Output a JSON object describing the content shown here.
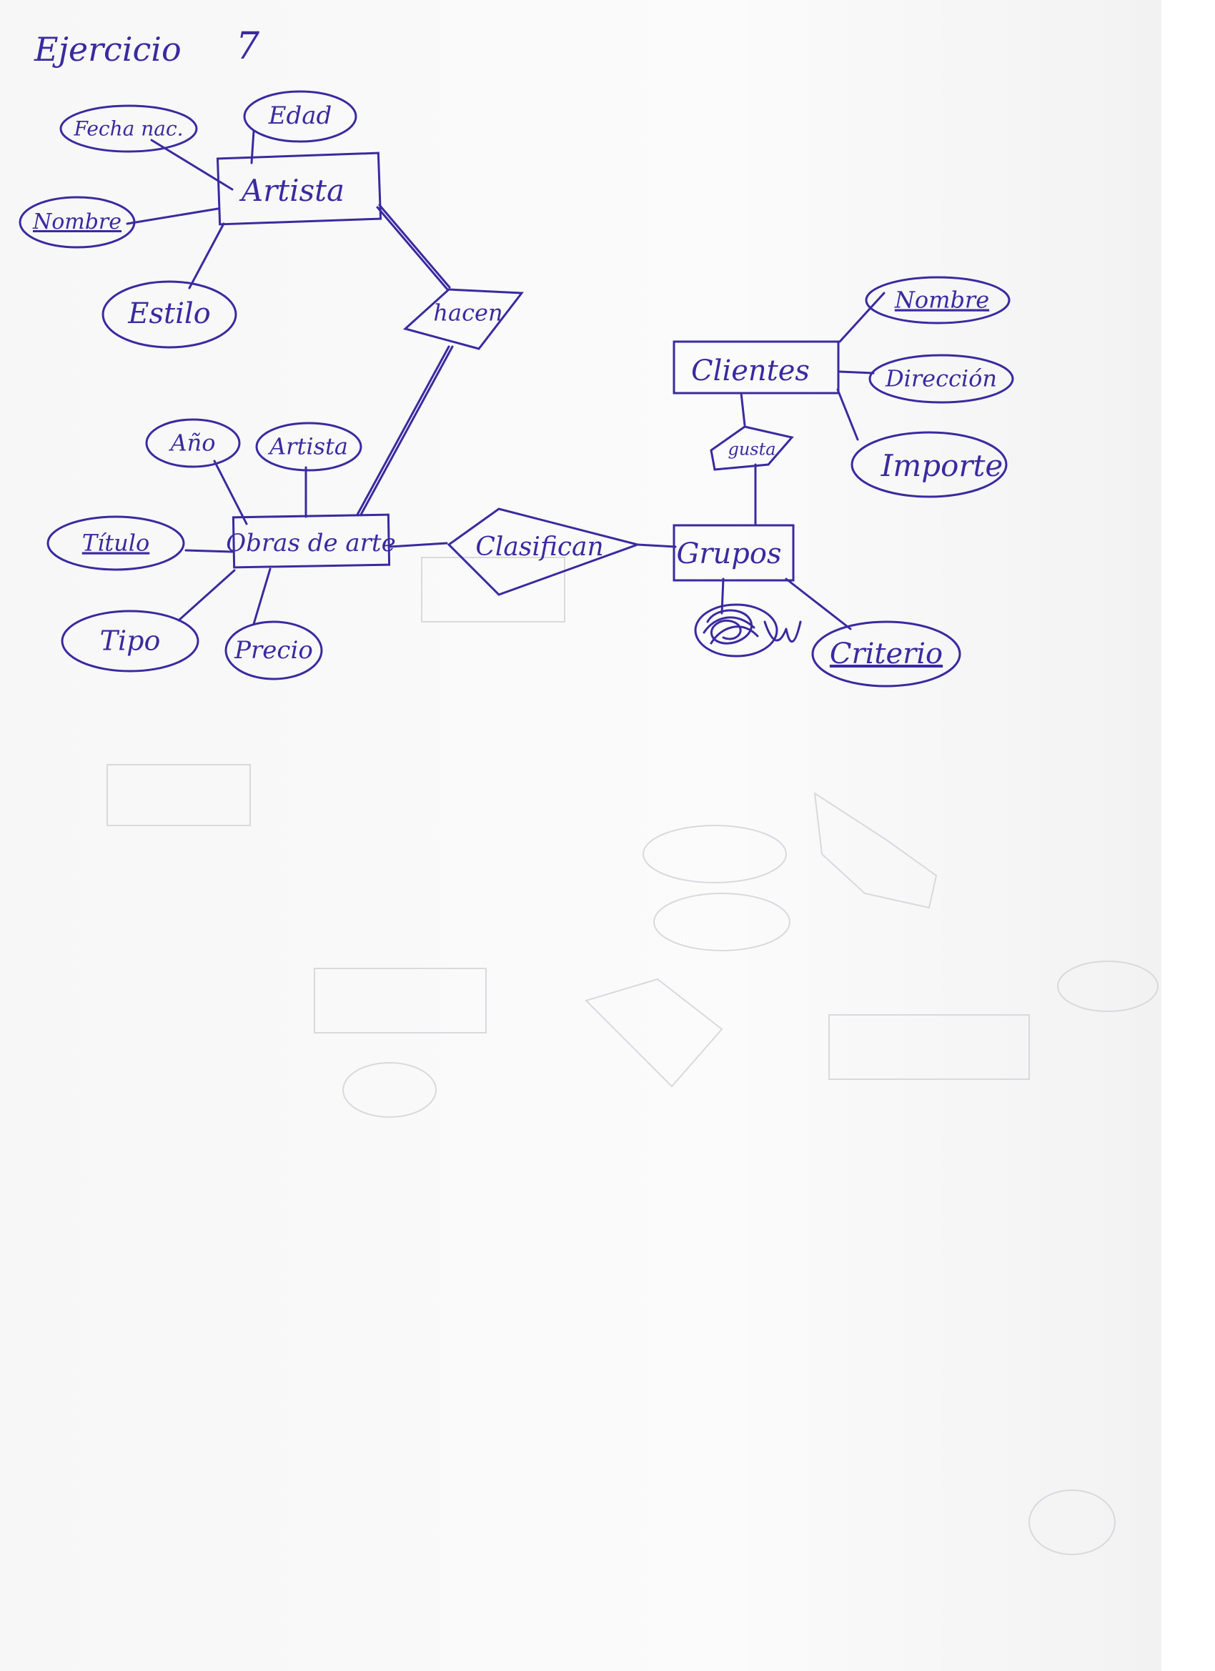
{
  "title": "Ejercicio",
  "exercise_number": "7",
  "entities": {
    "artista": "Artista",
    "obras": "Obras de arte",
    "clientes": "Clientes",
    "grupos": "Grupos"
  },
  "relationships": {
    "hacen": "hacen",
    "clasifican": "Clasifican",
    "gusta": "gusta"
  },
  "attributes": {
    "fecha_nac": "Fecha nac.",
    "edad": "Edad",
    "nombre_artista": "Nombre",
    "estilo": "Estilo",
    "anio": "Año",
    "artista_attr": "Artista",
    "titulo": "Título",
    "tipo": "Tipo",
    "precio": "Precio",
    "nombre_cliente": "Nombre",
    "direccion": "Dirección",
    "importe": "Importe",
    "criterio": "Criterio"
  },
  "colors": {
    "ink": "#3a2aa0"
  }
}
